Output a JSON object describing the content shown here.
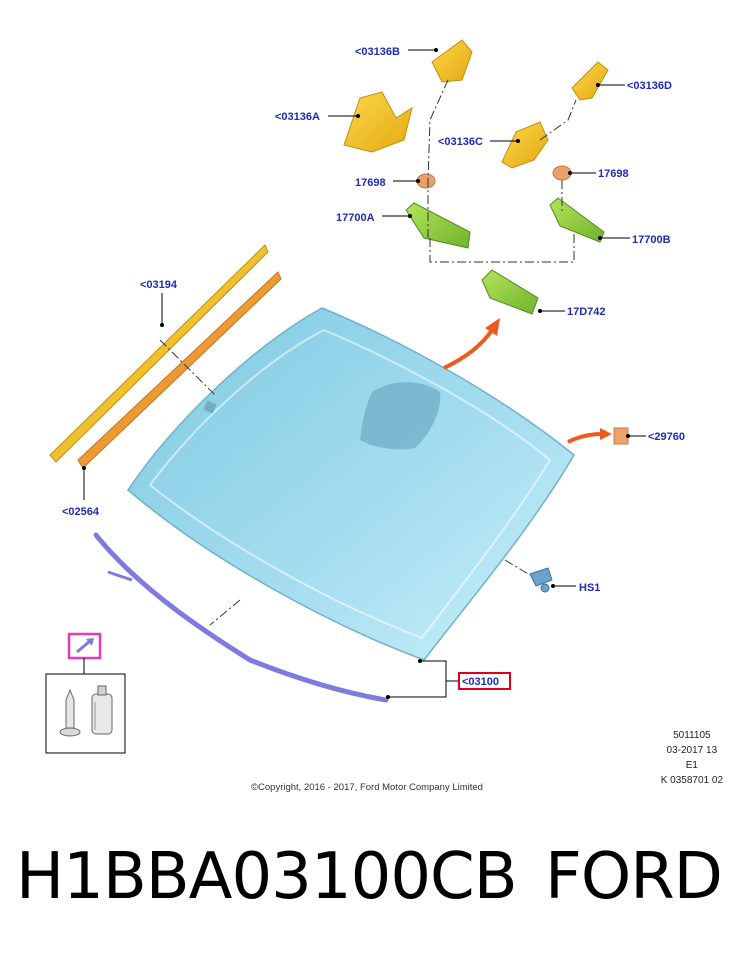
{
  "callouts": {
    "c1": "<03136B",
    "c2": "<03136A",
    "c3": "<03136C",
    "c4": "<03136D",
    "c5": "17698",
    "c6": "17698",
    "c7": "17700A",
    "c8": "17700B",
    "c9": "<03194",
    "c10": "17D742",
    "c11": "<29760",
    "c12": "<02564",
    "c13": "HS1",
    "c14": "<03100"
  },
  "info": {
    "line1": "5011105",
    "line2": "03-2017 13",
    "line3": "E1",
    "line4": "K 0358701 02"
  },
  "copyright": "©Copyright, 2016 - 2017, Ford Motor Company Limited",
  "part_number": "H1BBA03100CB",
  "brand": "FORD",
  "colors": {
    "callout_text": "#1f2bb8",
    "highlight_box": "#e0001b",
    "mirror_cover": "#f2b21c",
    "mirror_green": "#8fcf35",
    "washer": "#e9a06a",
    "windshield": "#86d4ea",
    "trim_yellow": "#f4c21c",
    "trim_orange": "#eb9a35",
    "seal_purple": "#7d7ae0",
    "arrow_orange": "#ee5a1c",
    "kit_box": "#e63ab6"
  }
}
